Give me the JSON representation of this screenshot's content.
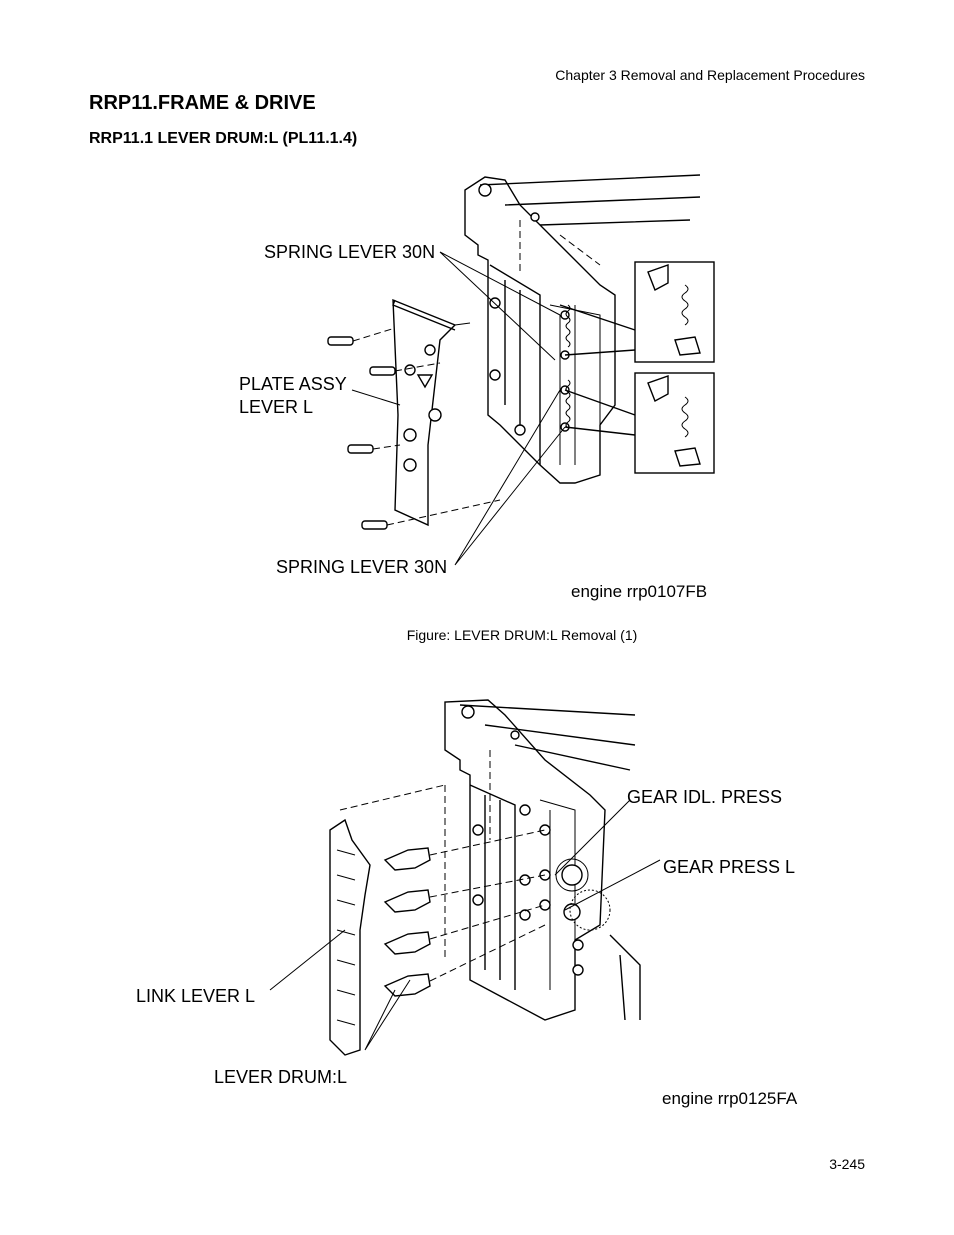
{
  "header": {
    "chapter": "Chapter 3  Removal and Replacement Procedures"
  },
  "section": {
    "title": "RRP11.FRAME & DRIVE",
    "subtitle": "RRP11.1  LEVER DRUM:L (PL11.1.4)"
  },
  "figure1": {
    "labels": {
      "spring_top": "SPRING LEVER 30N",
      "plate_line1": "PLATE ASSY",
      "plate_line2": "LEVER L",
      "spring_bottom": "SPRING LEVER 30N",
      "engine_id": "engine rrp0107FB"
    },
    "caption": "Figure: LEVER DRUM:L Removal (1)"
  },
  "figure2": {
    "labels": {
      "gear_idl": "GEAR IDL. PRESS",
      "gear_press": "GEAR PRESS L",
      "link_lever": "LINK LEVER L",
      "lever_drum": "LEVER DRUM:L",
      "engine_id": "engine rrp0125FA"
    }
  },
  "footer": {
    "page": "3-245"
  }
}
